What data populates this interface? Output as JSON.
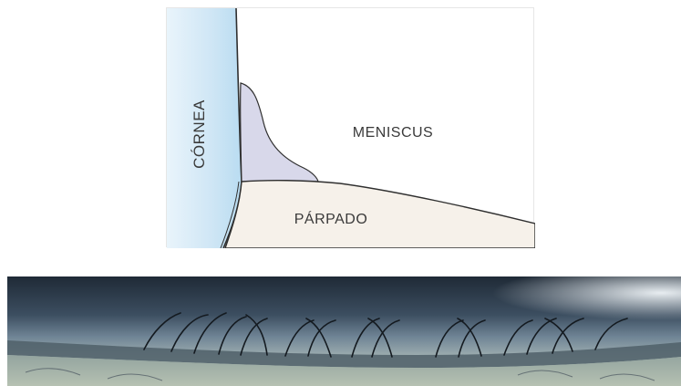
{
  "diagram": {
    "labels": {
      "cornea": "CÓRNEA",
      "meniscus": "MENISCUS",
      "eyelid": "PÁRPADO"
    },
    "colors": {
      "cornea_fill": "#cfe6f5",
      "meniscus_fill": "#d8d8ea",
      "eyelid_fill": "#f6f1ea",
      "outline": "#2f2f2f"
    }
  },
  "photo": {
    "description_icon": "eyelid-margin-photo",
    "colors": {
      "skin": "#a9b8b0",
      "iris_shadow": "#2e3a48",
      "highlight": "#e8f0f4"
    }
  }
}
